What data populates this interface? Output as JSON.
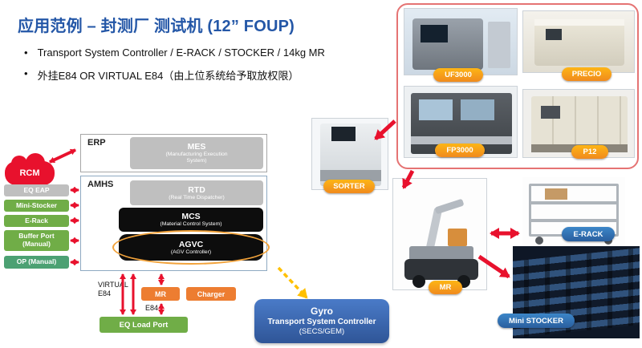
{
  "slide": {
    "title": "应用范例 – 封测厂 测试机 (12” FOUP)",
    "bullets": [
      {
        "text": "Transport System Controller / E-RACK / STOCKER / 14kg MR"
      },
      {
        "text": "外挂E84 OR VIRTUAL E84（由上位系统给予取放权限）"
      }
    ]
  },
  "diagram": {
    "erp_label": "ERP",
    "amhs_label": "AMHS",
    "mes_title": "MES",
    "mes_subtitle": "(Manufacturing Execution System)",
    "rtd_title": "RTD",
    "rtd_subtitle": "(Real Time Dispatcher)",
    "mcs_title": "MCS",
    "mcs_subtitle": "(Material Control System)",
    "agvc_title": "AGVC",
    "agvc_subtitle": "(AGV Controller)",
    "rcm_label": "RCM",
    "left_nodes": [
      {
        "label": "EQ EAP"
      },
      {
        "label": "Mini-Stocker"
      },
      {
        "label": "E-Rack"
      },
      {
        "label": "Buffer Port (Manual)"
      },
      {
        "label": "OP (Manual)"
      }
    ],
    "virtual_e84_label": "VIRTUAL E84",
    "e84_label": "E84",
    "mr_label": "MR",
    "charger_label": "Charger",
    "eq_load_port_label": "EQ Load Port",
    "gyro_line1": "Gyro",
    "gyro_line2": "Transport System Controller",
    "gyro_line3": "(SECS/GEM)"
  },
  "equipment": {
    "uf3000": "UF3000",
    "precio": "PRECIO",
    "fp3000": "FP3000",
    "p12": "P12",
    "sorter": "SORTER",
    "mr": "MR",
    "erack": "E-RACK",
    "mini_stocker": "Mini STOCKER"
  },
  "colors": {
    "title_blue": "#2457A7",
    "red_arrow": "#E8112D",
    "orange_label": "#F5A01E",
    "blue_label": "#2E75B6",
    "green_node": "#70AD47",
    "gray_node": "#BFBFBF",
    "black_node": "#0D0D0D",
    "orange_node": "#ED7D31",
    "gyro_blue": "#3A66B0",
    "highlight_ellipse": "#F2A33C",
    "panel_border": "#E57373"
  }
}
